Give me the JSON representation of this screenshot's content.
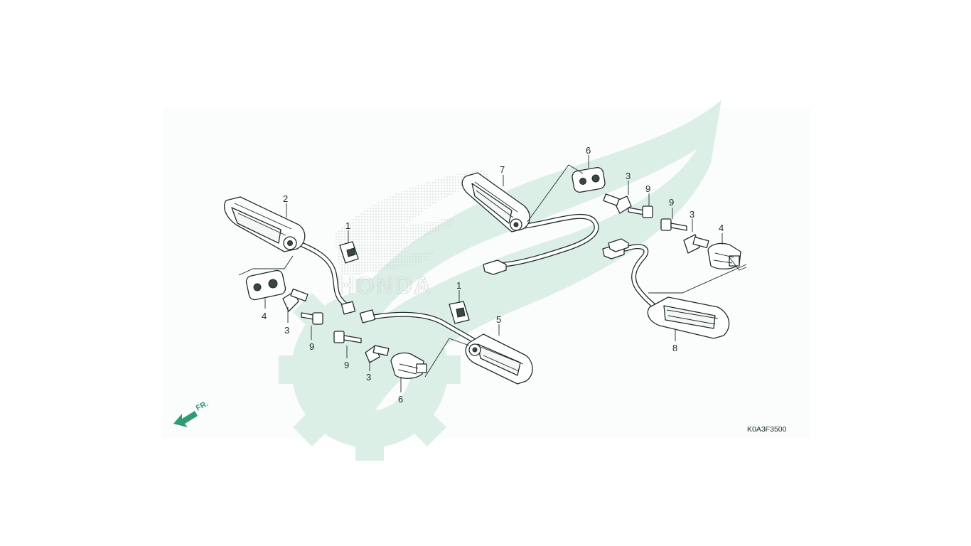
{
  "diagram": {
    "watermark_text": "HONDA",
    "part_code": "K0A3F3500",
    "front_label": "FR.",
    "colors": {
      "watermark_green": "#dcefe7",
      "watermark_dots": "#cfd4d4",
      "accent_green": "#2e9b72",
      "line": "#1f2b2b"
    },
    "callouts": [
      {
        "id": "c-2",
        "label": "2"
      },
      {
        "id": "c-1a",
        "label": "1"
      },
      {
        "id": "c-1b",
        "label": "1"
      },
      {
        "id": "c-4a",
        "label": "4"
      },
      {
        "id": "c-3a",
        "label": "3"
      },
      {
        "id": "c-9a",
        "label": "9"
      },
      {
        "id": "c-9b",
        "label": "9"
      },
      {
        "id": "c-3b",
        "label": "3"
      },
      {
        "id": "c-6a",
        "label": "6"
      },
      {
        "id": "c-5",
        "label": "5"
      },
      {
        "id": "c-7",
        "label": "7"
      },
      {
        "id": "c-6b",
        "label": "6"
      },
      {
        "id": "c-3c",
        "label": "3"
      },
      {
        "id": "c-9c",
        "label": "9"
      },
      {
        "id": "c-9d",
        "label": "9"
      },
      {
        "id": "c-3d",
        "label": "3"
      },
      {
        "id": "c-4b",
        "label": "4"
      },
      {
        "id": "c-8",
        "label": "8"
      }
    ]
  }
}
